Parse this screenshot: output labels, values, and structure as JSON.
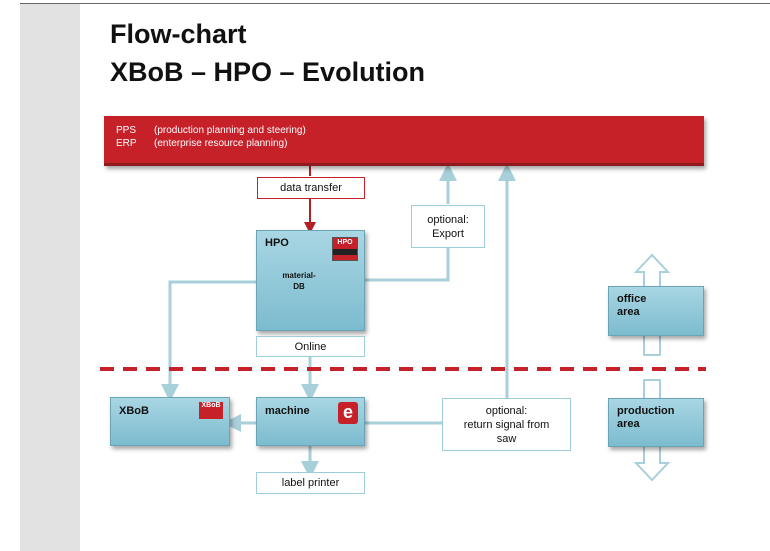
{
  "slide": {
    "title_line1": "Flow-chart",
    "title_line2": "XBoB – HPO – Evolution"
  },
  "top_bar": {
    "pps_abbr": "PPS",
    "pps_desc": "(production planning and  steering)",
    "erp_abbr": "ERP",
    "erp_desc": "(enterprise resource planning)"
  },
  "nodes": {
    "data_transfer": "data transfer",
    "optional_export": [
      "optional:",
      "Export"
    ],
    "hpo": "HPO",
    "material_db": [
      "material-",
      "DB"
    ],
    "online": "Online",
    "office_area": [
      "office",
      "area"
    ],
    "xbob": "XBoB",
    "machine": "machine",
    "optional_return": [
      "optional:",
      "return signal from",
      "saw"
    ],
    "production_area": [
      "production",
      "area"
    ],
    "label_printer": "label printer"
  },
  "logos": {
    "hpo_logo_text": "HPO",
    "xbob_logo_text": "XBoB",
    "machine_icon_text": "e"
  },
  "colors": {
    "red": "#c62029",
    "teal": "#8fc7d7",
    "teal_line": "#a8d0da",
    "divider": "#c62029"
  }
}
